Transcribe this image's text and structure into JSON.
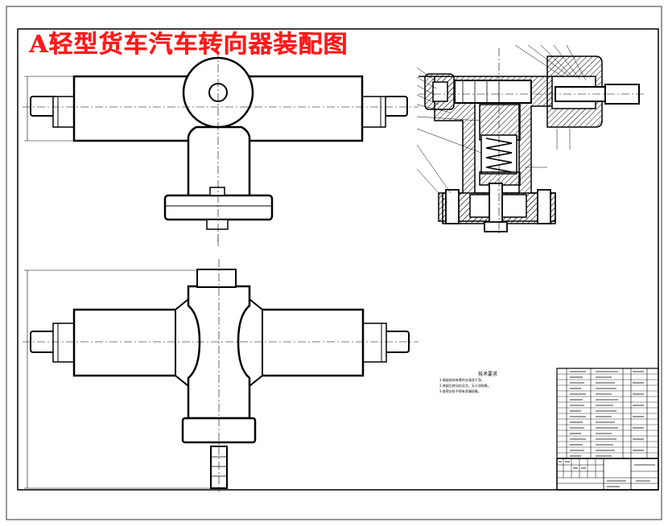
{
  "title": "A轻型货车汽车转向器装配图",
  "technical_requirements": {
    "heading": "技术要求",
    "items": [
      "1.装配前所有零件应清洗干净。",
      "2.装配后转动应灵活，无卡滞现象。",
      "3.各密封处不得有渗漏现象。"
    ]
  },
  "colors": {
    "title": "#ff1a1a",
    "lines": "#000000",
    "section_hatch": "#000000"
  },
  "views": [
    "front-view",
    "top-view",
    "section-view"
  ]
}
